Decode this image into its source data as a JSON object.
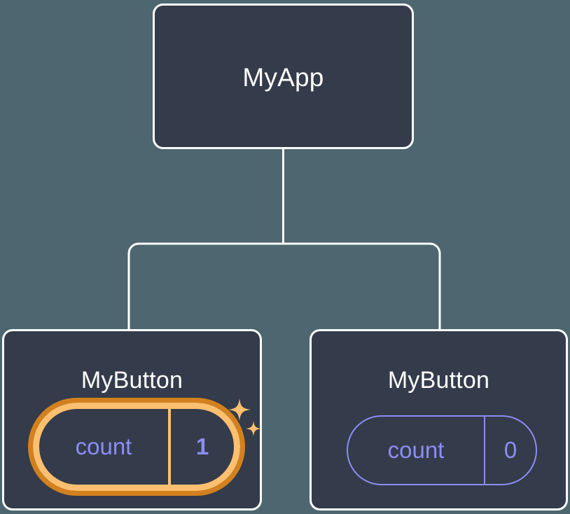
{
  "diagram": {
    "type": "component-tree",
    "title_semantic": "react-component-tree-state-highlight",
    "background_color": "#4d6670",
    "node_fill": "#343b4a",
    "node_border": "#ffffff",
    "edge_color": "#ffffff",
    "highlight_outer_color": "#d2811e",
    "highlight_inner_color": "#fbbf6f",
    "state_text_color": "#8b8ef5",
    "sparkle_color": "#fbbf6f"
  },
  "nodes": {
    "root": {
      "label": "MyApp"
    },
    "child_left": {
      "label": "MyButton",
      "state": {
        "key": "count",
        "value": "1",
        "highlighted": true
      }
    },
    "child_right": {
      "label": "MyButton",
      "state": {
        "key": "count",
        "value": "0",
        "highlighted": false
      }
    }
  },
  "edges": [
    {
      "from": "root",
      "to": "child_left"
    },
    {
      "from": "root",
      "to": "child_right"
    }
  ]
}
